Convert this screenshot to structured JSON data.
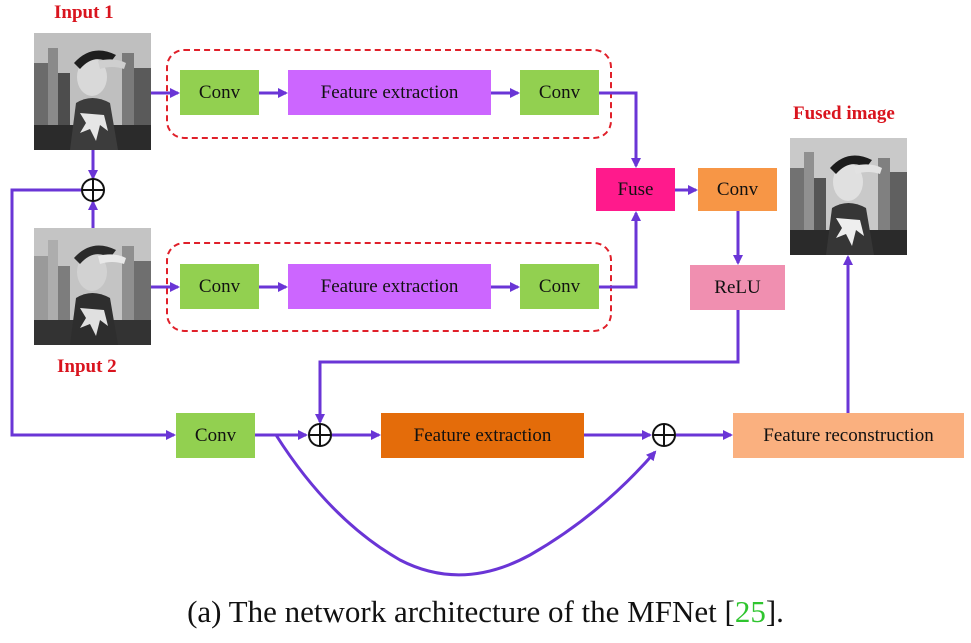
{
  "labels": {
    "input1": "Input 1",
    "input2": "Input 2",
    "fused": "Fused image"
  },
  "top_branch": {
    "conv_a": "Conv",
    "feature": "Feature extraction",
    "conv_b": "Conv"
  },
  "bottom_branch": {
    "conv_a": "Conv",
    "feature": "Feature extraction",
    "conv_b": "Conv"
  },
  "fuse": "Fuse",
  "fuse_conv": "Conv",
  "relu": "ReLU",
  "main_path": {
    "conv": "Conv",
    "feature": "Feature extraction",
    "reconstruction": "Feature reconstruction"
  },
  "caption": {
    "prefix": "(a)  The network architecture of the MFNet [",
    "ref": "25",
    "suffix": "]."
  },
  "colors": {
    "conv_green": "#92d050",
    "feature_purple": "#cc66ff",
    "fuse_pink": "#ff1a8c",
    "fuse_conv_orange": "#f79646",
    "relu_pink": "#f08fb0",
    "main_feature_orange": "#e46c0a",
    "reconstruction_peach": "#fab07f",
    "arrow_purple": "#6a35d6",
    "label_red": "#d9141e",
    "ref_green": "#2fc52f"
  }
}
